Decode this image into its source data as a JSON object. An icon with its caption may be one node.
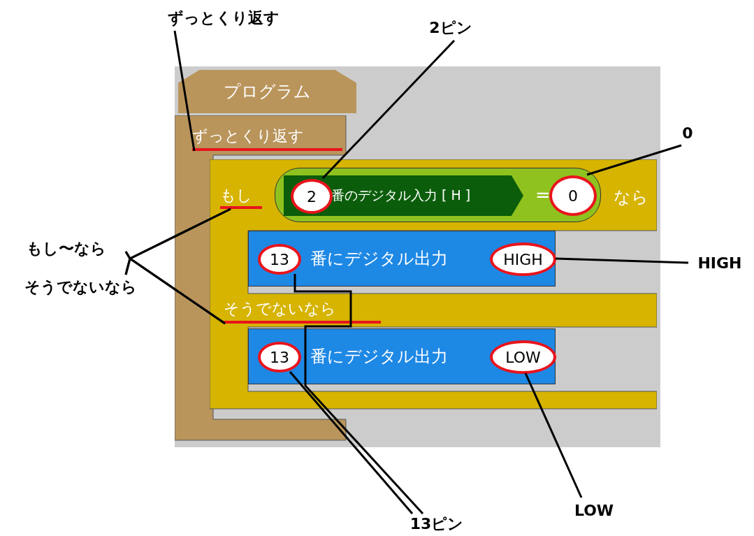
{
  "diagram": {
    "nodes": [
      {
        "text": [
          "ずっとくり返す"
        ]
      },
      {
        "text": [
          "2ピン"
        ]
      },
      {
        "text": [
          "0"
        ]
      },
      {
        "text": [
          "もし〜なら"
        ]
      },
      {
        "text": [
          "そうでないなら"
        ]
      },
      {
        "text": [
          "HIGH"
        ]
      },
      {
        "text": [
          "13ピン"
        ]
      },
      {
        "text": [
          "LOW"
        ]
      },
      {
        "text": [
          "プログラム"
        ]
      },
      {
        "text": [],
        "shape": "box"
      },
      {
        "text": [
          "ずっとくり返す"
        ],
        "in": 9
      },
      {
        "text": [],
        "shape": "box"
      },
      {
        "text": [
          "もし"
        ],
        "in": 11
      },
      {
        "text": [
          "="
        ],
        "in": 11
      },
      {
        "text": [
          "番のデジタル入力 [ H ]"
        ],
        "in": 13
      },
      {
        "text": [
          "2"
        ],
        "in": 14
      },
      {
        "text": [
          "0"
        ],
        "in": 13
      },
      {
        "text": [
          "なら"
        ],
        "in": 11
      },
      {
        "text": [
          "番にデジタル出力"
        ],
        "in": 11
      },
      {
        "text": [
          "13"
        ],
        "in": 18
      },
      {
        "text": [
          "HIGH"
        ],
        "in": 18
      },
      {
        "text": [
          "そうでないなら"
        ],
        "in": 11
      },
      {
        "text": [
          "番にデジタル出力"
        ],
        "in": 11
      },
      {
        "text": [
          "13"
        ],
        "in": 22
      },
      {
        "text": [
          "LOW"
        ],
        "in": 22
      }
    ],
    "edges": [
      {
        "from": 0,
        "to": 10,
        "arrow": "none"
      },
      {
        "from": 1,
        "to": 15,
        "arrow": "none"
      },
      {
        "from": 2,
        "to": 16,
        "arrow": "none"
      },
      {
        "from": 3,
        "to": 12,
        "arrow": "none"
      },
      {
        "from": 3,
        "to": 21,
        "arrow": "none"
      },
      {
        "from": 4,
        "to": 12,
        "arrow": "none"
      },
      {
        "from": 4,
        "to": 21,
        "arrow": "none"
      },
      {
        "from": 5,
        "to": 20,
        "arrow": "none"
      },
      {
        "from": 6,
        "to": 19,
        "arrow": "none"
      },
      {
        "from": 6,
        "to": 23,
        "arrow": "none"
      },
      {
        "from": 7,
        "to": 24,
        "arrow": "none"
      }
    ]
  }
}
